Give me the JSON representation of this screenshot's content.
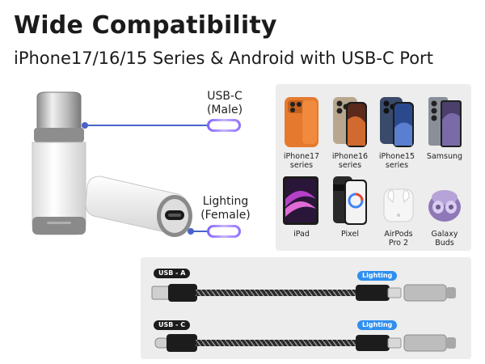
{
  "header": {
    "title": "Wide Compatibility",
    "subtitle": "iPhone17/16/15 Series & Android with USB-C Port"
  },
  "adapter": {
    "male_label_line1": "USB-C",
    "male_label_line2": "(Male)",
    "female_label_line1": "Lighting",
    "female_label_line2": "(Female)"
  },
  "devices": [
    {
      "line1": "iPhone17",
      "line2": "series"
    },
    {
      "line1": "iPhone16",
      "line2": "series"
    },
    {
      "line1": "iPhone15",
      "line2": "series"
    },
    {
      "line1": "Samsung",
      "line2": ""
    },
    {
      "line1": "iPad",
      "line2": ""
    },
    {
      "line1": "Pixel",
      "line2": ""
    },
    {
      "line1": "AirPods",
      "line2": "Pro 2"
    },
    {
      "line1": "Galaxy",
      "line2": "Buds"
    }
  ],
  "cables": [
    {
      "start_label": "USB - A",
      "end_label": "Lighting"
    },
    {
      "start_label": "USB - C",
      "end_label": "Lighting"
    }
  ],
  "colors": {
    "accent_purple": "#8e6cff",
    "lead_blue": "#4a63c9",
    "badge_blue": "#2f8ff0",
    "badge_dark": "#1c1c1c",
    "panel_gray": "#ededed"
  }
}
